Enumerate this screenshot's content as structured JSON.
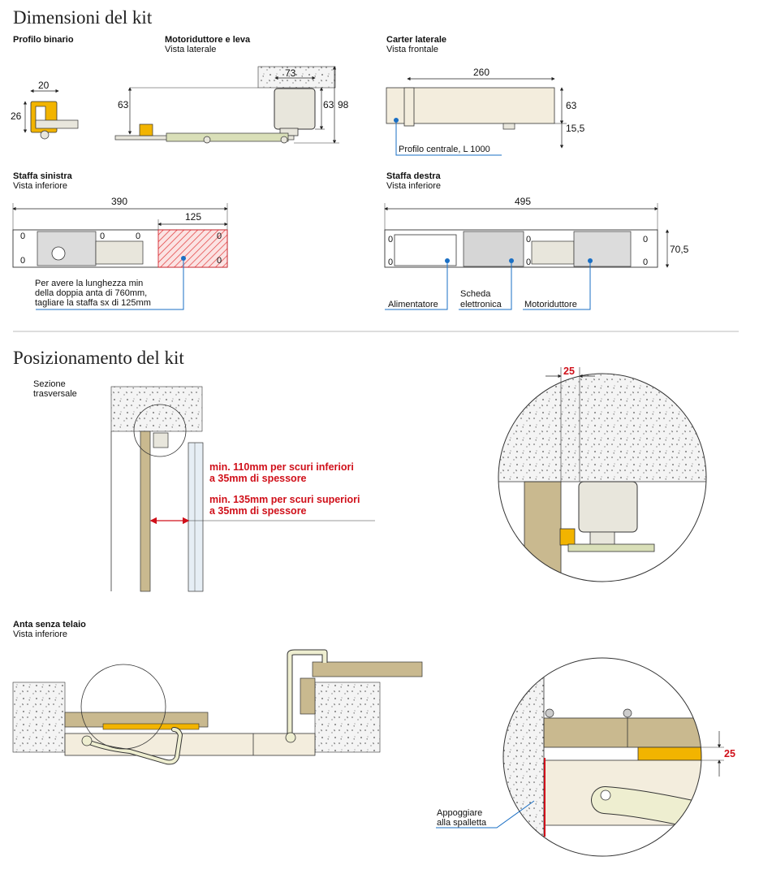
{
  "sections": {
    "dimensions_title": "Dimensioni del kit",
    "positioning_title": "Posizionamento del kit"
  },
  "views": {
    "profilo_binario": {
      "title": "Profilo binario",
      "subtitle": ""
    },
    "motoriduttore": {
      "title": "Motoriduttore e leva",
      "subtitle": "Vista laterale"
    },
    "carter": {
      "title": "Carter laterale",
      "subtitle": "Vista frontale"
    },
    "staffa_sx": {
      "title": "Staffa sinistra",
      "subtitle": "Vista inferiore"
    },
    "staffa_dx": {
      "title": "Staffa destra",
      "subtitle": "Vista inferiore"
    },
    "sezione": {
      "title": "Sezione trasversale"
    },
    "anta": {
      "title": "Anta senza telaio",
      "subtitle": "Vista inferiore"
    }
  },
  "dimensions": {
    "profilo_w": "20",
    "profilo_h": "26",
    "motor_w": "73",
    "motor_h1": "63",
    "motor_h2": "63",
    "motor_h3": "98",
    "carter_w": "260",
    "carter_h": "63",
    "carter_h2": "15,5",
    "staffa_sx_w": "390",
    "staffa_sx_cut": "125",
    "staffa_dx_w": "495",
    "staffa_dx_h": "70,5",
    "zero": "0",
    "spalletta_gap": "25",
    "detail_gap": "25"
  },
  "labels": {
    "profilo_centrale": "Profilo centrale, L 1000",
    "cut_note_1": "Per avere la lunghezza min",
    "cut_note_2": "della doppia anta di 760mm,",
    "cut_note_3": "tagliare la staffa sx di 125mm",
    "alimentatore": "Alimentatore",
    "scheda_1": "Scheda",
    "scheda_2": "elettronica",
    "motoriduttore": "Motoriduttore",
    "appoggiare_1": "Appoggiare",
    "appoggiare_2": "alla spalletta"
  },
  "notes": {
    "min110_1": "min. 110mm per scuri inferiori",
    "min110_2": "a 35mm di spessore",
    "min135_1": "min. 135mm per scuri superiori",
    "min135_2": "a 35mm di spessore"
  },
  "colors": {
    "accent_red": "#d0101a",
    "dim_blue": "#1a6fc4",
    "wood": "#c9b98f",
    "yellow": "#f2b400"
  }
}
